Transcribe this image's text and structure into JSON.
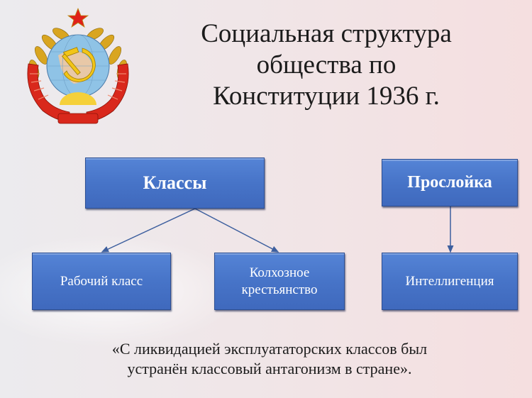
{
  "slide": {
    "title_lines": [
      "Социальная структура",
      "общества по",
      "Конституции 1936 г."
    ],
    "emblem": "ussr-coat-of-arms-icon",
    "colors": {
      "box_fill": "#4774c8",
      "box_border": "#2d4f93",
      "box_text": "#ffffff",
      "connector": "#3d5f9e",
      "title_text": "#1b1b1b"
    }
  },
  "diagram": {
    "groups": [
      {
        "label": "Классы",
        "children": [
          "Рабочий класс",
          "Колхозное крестьянство"
        ]
      },
      {
        "label": "Прослойка",
        "children": [
          "Интеллигенция"
        ]
      }
    ],
    "nodes": {
      "classes": "Классы",
      "stratum": "Прослойка",
      "working_class": "Рабочий класс",
      "peasantry_line1": "Колхозное",
      "peasantry_line2": "крестьянство",
      "intelligentsia": "Интеллигенция"
    }
  },
  "quote": {
    "line1": "«С ликвидацией эксплуататорских классов был",
    "line2": "устранён классовый антагонизм в стране»."
  }
}
